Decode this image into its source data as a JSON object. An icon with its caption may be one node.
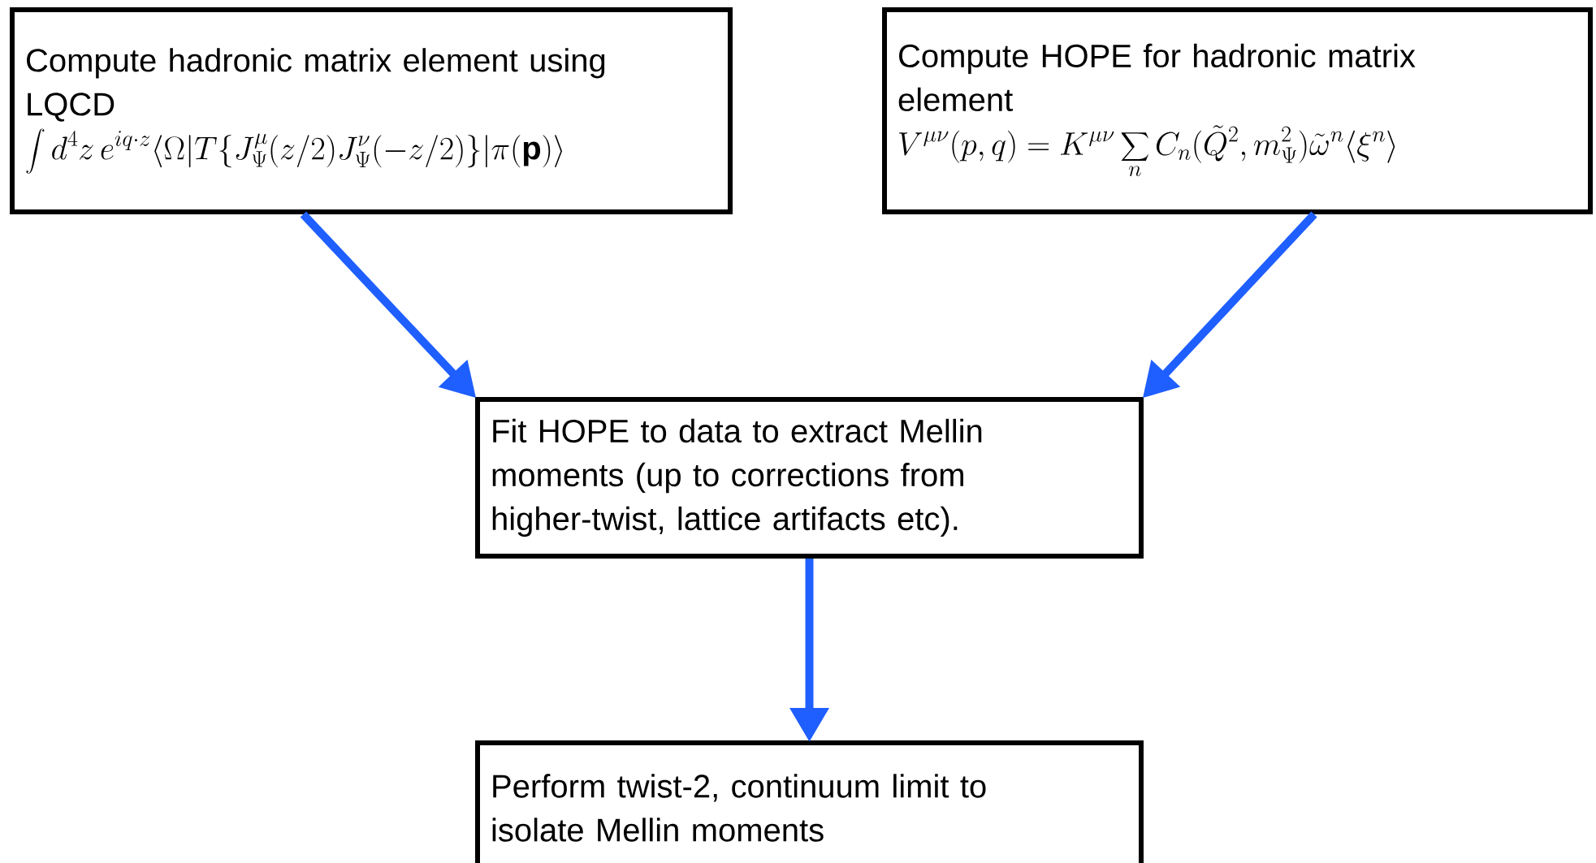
{
  "diagram": {
    "nodes": [
      {
        "text": [
          "Compute hadronic matrix element using LQCD",
          "\\int d^4 z\\, e^{iq\\cdot z}\\langle\\Omega|T\\{J^{\\mu}_{\\Psi}(z/2)J^{\\nu}_{\\Psi}(-z/2)\\}|\\pi(\\mathbf{p})\\rangle"
        ]
      },
      {
        "text": [
          "Compute HOPE for hadronic matrix element",
          "V^{\\mu\\nu}(p,q)=K^{\\mu\\nu}\\sum_n C_n(\\tilde{Q}^2,m^2_{\\Psi})\\tilde{\\omega}^n\\langle\\xi^n\\rangle"
        ]
      },
      {
        "text": [
          "Fit HOPE to data to extract Mellin moments (up to corrections from higher-twist, lattice artifacts etc)."
        ]
      },
      {
        "text": [
          "Perform twist-2, continuum limit to isolate Mellin moments"
        ]
      }
    ],
    "edges": [
      {
        "from": 0,
        "to": 2,
        "arrow": "to"
      },
      {
        "from": 1,
        "to": 2,
        "arrow": "to"
      },
      {
        "from": 2,
        "to": 3,
        "arrow": "to"
      }
    ]
  }
}
